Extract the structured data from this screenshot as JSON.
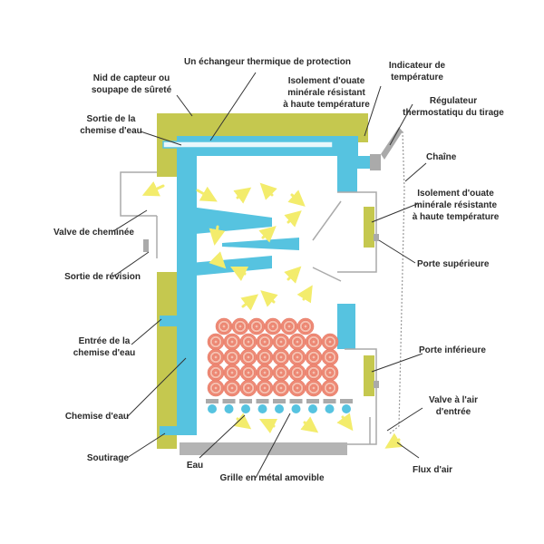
{
  "colors": {
    "water": "#56c3e0",
    "insulation": "#c5c84f",
    "casing": "#aaaaaa",
    "air": "#f3ec6c",
    "log": "#f08a76",
    "log_core": "#f6c0b0",
    "ash_tray": "#b4b4b4",
    "leader": "#333333"
  },
  "labels": {
    "echangeur": "Un échangeur thermique de protection",
    "nid_capteur": "Nid de capteur ou\nsoupape de sûreté",
    "indicateur_temp": "Indicateur de\ntempérature",
    "isolement_haut": "Isolement d'ouate\nminérale résistant\nà haute température",
    "regulateur": "Régulateur\nthermostatiqu du tirage",
    "sortie_chemise": "Sortie de la\nchemise d'eau",
    "chaine": "Chaîne",
    "isolement_droite": "Isolement d'ouate\nminérale résistante\nà haute température",
    "valve_cheminee": "Valve de cheminée",
    "porte_superieure": "Porte supérieure",
    "sortie_revision": "Sortie de révision",
    "entree_chemise": "Entrée de la\nchemise d'eau",
    "porte_inferieure": "Porte inférieure",
    "valve_air": "Valve à l'air\nd'entrée",
    "chemise_eau": "Chemise d'eau",
    "soutirage": "Soutirage",
    "eau": "Eau",
    "grille": "Grille en métal amovible",
    "flux_air": "Flux d'air"
  }
}
